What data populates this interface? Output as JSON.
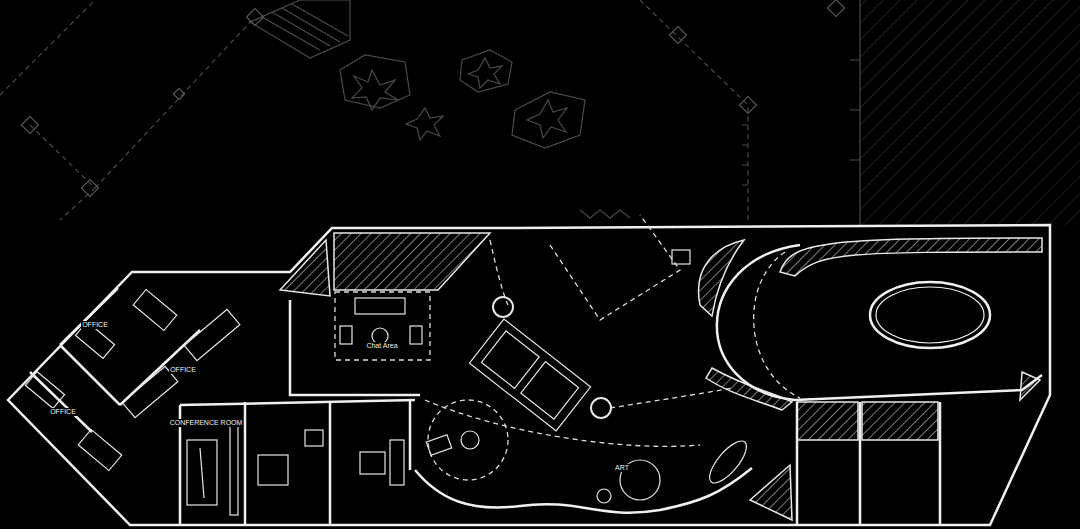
{
  "diagram": {
    "labels": [
      "OFFICE",
      "OFFICE",
      "OFFICE",
      "CONFERENCE ROOM",
      "Chat Area",
      "ART"
    ]
  }
}
